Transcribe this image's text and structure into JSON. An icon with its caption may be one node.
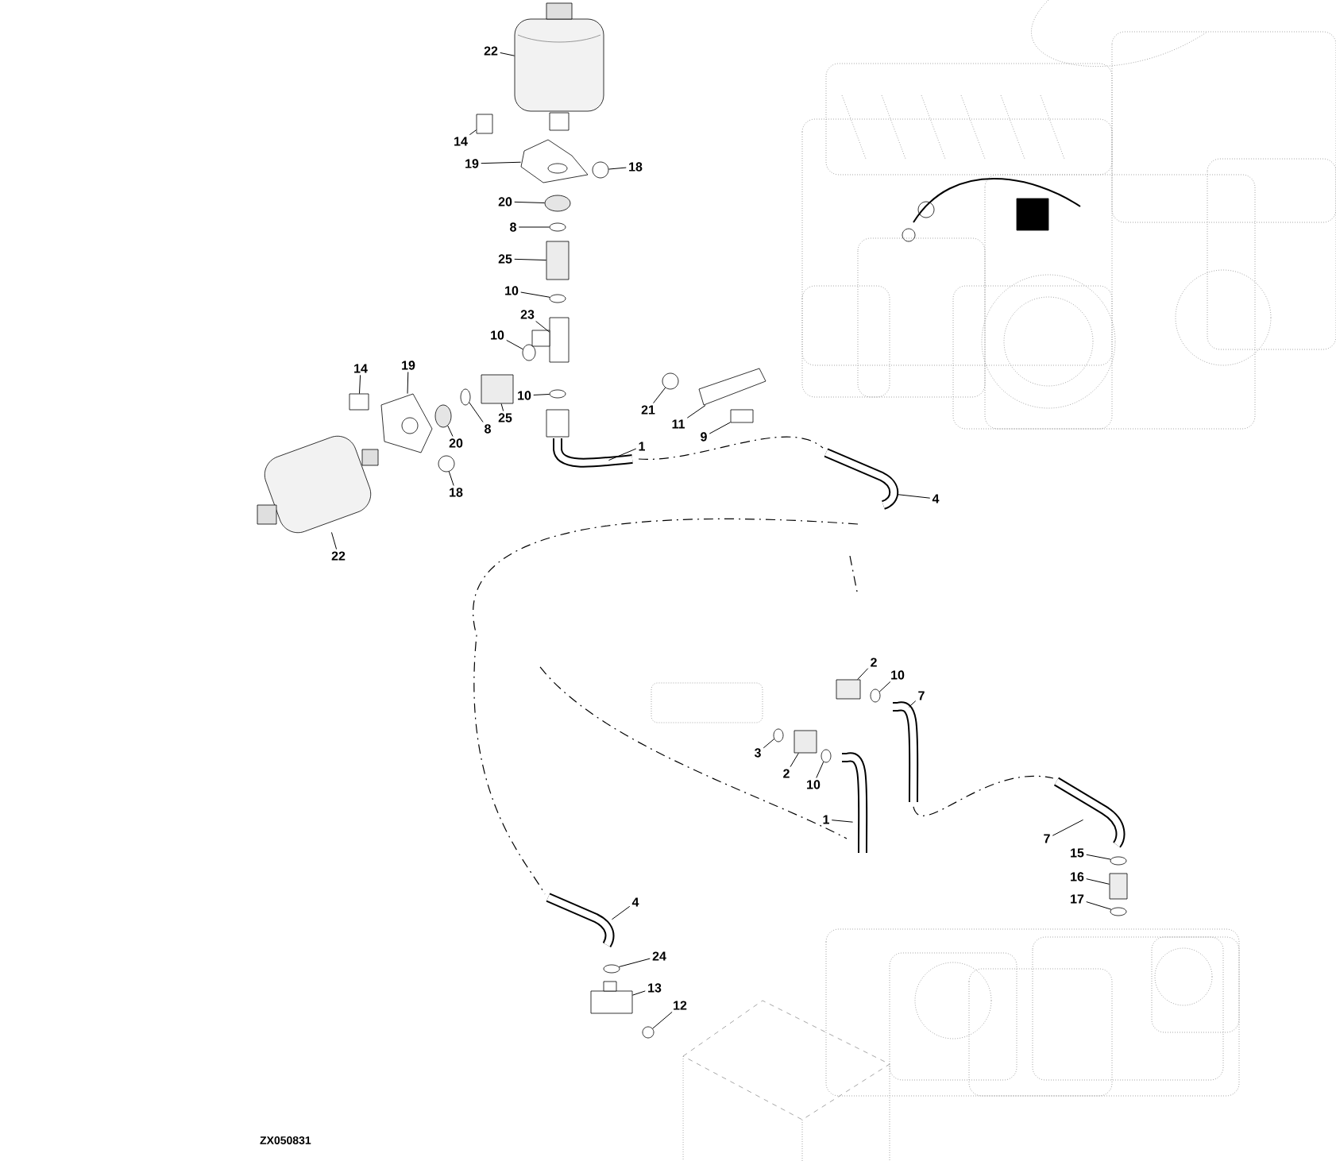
{
  "diagram": {
    "nodes": [
      {
        "text": [
          "22"
        ]
      },
      {
        "text": [
          "14"
        ]
      },
      {
        "text": [
          "19"
        ]
      },
      {
        "text": [
          "18"
        ]
      },
      {
        "text": [
          "20"
        ]
      },
      {
        "text": [
          "8"
        ]
      },
      {
        "text": [
          "25"
        ]
      },
      {
        "text": [
          "10"
        ]
      },
      {
        "text": [
          "23"
        ]
      },
      {
        "text": [
          "10"
        ]
      },
      {
        "text": [
          "14"
        ]
      },
      {
        "text": [
          "19"
        ]
      },
      {
        "text": [
          "25"
        ]
      },
      {
        "text": [
          "8"
        ]
      },
      {
        "text": [
          "20"
        ]
      },
      {
        "text": [
          "10"
        ]
      },
      {
        "text": [
          "18"
        ]
      },
      {
        "text": [
          "22"
        ]
      },
      {
        "text": [
          "21"
        ]
      },
      {
        "text": [
          "11"
        ]
      },
      {
        "text": [
          "9"
        ]
      },
      {
        "text": [
          "1"
        ]
      },
      {
        "text": [
          "4"
        ]
      },
      {
        "text": [
          "2"
        ]
      },
      {
        "text": [
          "10"
        ]
      },
      {
        "text": [
          "7"
        ]
      },
      {
        "text": [
          "3"
        ]
      },
      {
        "text": [
          "2"
        ]
      },
      {
        "text": [
          "10"
        ]
      },
      {
        "text": [
          "1"
        ]
      },
      {
        "text": [
          "7"
        ]
      },
      {
        "text": [
          "15"
        ]
      },
      {
        "text": [
          "16"
        ]
      },
      {
        "text": [
          "17"
        ]
      },
      {
        "text": [
          "4"
        ]
      },
      {
        "text": [
          "24"
        ]
      },
      {
        "text": [
          "13"
        ]
      },
      {
        "text": [
          "12"
        ]
      },
      {
        "text": [],
        "shape": "picture"
      },
      {
        "text": [],
        "shape": "box"
      },
      {
        "text": [],
        "shape": "picture"
      },
      {
        "text": [],
        "shape": "circle"
      },
      {
        "text": [],
        "shape": "circle"
      },
      {
        "text": [],
        "shape": "circle"
      },
      {
        "text": [],
        "shape": "box"
      },
      {
        "text": [],
        "shape": "circle"
      },
      {
        "text": [],
        "shape": "box"
      },
      {
        "text": [],
        "shape": "circle"
      },
      {
        "text": [],
        "shape": "box"
      },
      {
        "text": [],
        "shape": "picture"
      },
      {
        "text": [],
        "shape": "box"
      },
      {
        "text": [],
        "shape": "circle"
      },
      {
        "text": [],
        "shape": "circle"
      },
      {
        "text": [],
        "shape": "circle"
      },
      {
        "text": [],
        "shape": "circle"
      },
      {
        "text": [],
        "shape": "picture"
      },
      {
        "text": [],
        "shape": "circle"
      },
      {
        "text": [],
        "shape": "picture"
      },
      {
        "text": [],
        "shape": "box"
      },
      {
        "text": [],
        "shape": "picture"
      },
      {
        "text": [],
        "shape": "picture"
      },
      {
        "text": [],
        "shape": "box"
      },
      {
        "text": [],
        "shape": "circle"
      },
      {
        "text": [],
        "shape": "picture"
      },
      {
        "text": [],
        "shape": "circle"
      },
      {
        "text": [],
        "shape": "box"
      },
      {
        "text": [],
        "shape": "circle"
      },
      {
        "text": [],
        "shape": "picture"
      },
      {
        "text": [],
        "shape": "picture"
      },
      {
        "text": [],
        "shape": "circle"
      },
      {
        "text": [],
        "shape": "box"
      },
      {
        "text": [],
        "shape": "circle"
      },
      {
        "text": [],
        "shape": "picture"
      },
      {
        "text": [],
        "shape": "circle"
      },
      {
        "text": [],
        "shape": "box"
      },
      {
        "text": [],
        "shape": "circle"
      }
    ],
    "edges": [
      {
        "from": 0,
        "to": 38,
        "arrow": "none"
      },
      {
        "from": 1,
        "to": 39,
        "arrow": "none"
      },
      {
        "from": 2,
        "to": 40,
        "arrow": "none"
      },
      {
        "from": 3,
        "to": 41,
        "arrow": "none"
      },
      {
        "from": 4,
        "to": 42,
        "arrow": "none"
      },
      {
        "from": 5,
        "to": 43,
        "arrow": "none"
      },
      {
        "from": 6,
        "to": 44,
        "arrow": "none"
      },
      {
        "from": 7,
        "to": 45,
        "arrow": "none"
      },
      {
        "from": 8,
        "to": 46,
        "arrow": "none"
      },
      {
        "from": 9,
        "to": 47,
        "arrow": "none"
      },
      {
        "from": 10,
        "to": 48,
        "arrow": "none"
      },
      {
        "from": 11,
        "to": 49,
        "arrow": "none"
      },
      {
        "from": 12,
        "to": 50,
        "arrow": "none"
      },
      {
        "from": 13,
        "to": 51,
        "arrow": "none"
      },
      {
        "from": 14,
        "to": 52,
        "arrow": "none"
      },
      {
        "from": 15,
        "to": 53,
        "arrow": "none"
      },
      {
        "from": 16,
        "to": 54,
        "arrow": "none"
      },
      {
        "from": 17,
        "to": 55,
        "arrow": "none"
      },
      {
        "from": 18,
        "to": 56,
        "arrow": "none"
      },
      {
        "from": 19,
        "to": 57,
        "arrow": "none"
      },
      {
        "from": 20,
        "to": 58,
        "arrow": "none"
      },
      {
        "from": 21,
        "to": 59,
        "arrow": "none"
      },
      {
        "from": 22,
        "to": 60,
        "arrow": "none"
      },
      {
        "from": 23,
        "to": 61,
        "arrow": "none"
      },
      {
        "from": 24,
        "to": 62,
        "arrow": "none"
      },
      {
        "from": 25,
        "to": 63,
        "arrow": "none"
      },
      {
        "from": 26,
        "to": 64,
        "arrow": "none"
      },
      {
        "from": 27,
        "to": 65,
        "arrow": "none"
      },
      {
        "from": 28,
        "to": 66,
        "arrow": "none"
      },
      {
        "from": 29,
        "to": 67,
        "arrow": "none"
      },
      {
        "from": 30,
        "to": 68,
        "arrow": "none"
      },
      {
        "from": 31,
        "to": 69,
        "arrow": "none"
      },
      {
        "from": 32,
        "to": 70,
        "arrow": "none"
      },
      {
        "from": 33,
        "to": 71,
        "arrow": "none"
      },
      {
        "from": 34,
        "to": 72,
        "arrow": "none"
      },
      {
        "from": 35,
        "to": 73,
        "arrow": "none"
      },
      {
        "from": 36,
        "to": 74,
        "arrow": "none"
      },
      {
        "from": 37,
        "to": 75,
        "arrow": "none"
      }
    ],
    "labels": [
      "ZX050831"
    ]
  }
}
